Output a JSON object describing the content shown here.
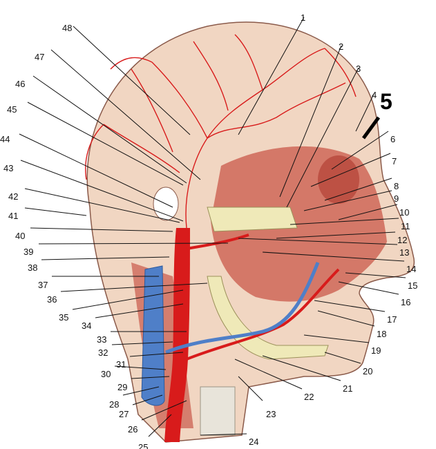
{
  "colors": {
    "skin": "#f1d6c2",
    "muscle": "#c9584a",
    "artery": "#d81b1b",
    "vein": "#4f7fc8",
    "bone": "#efe9b8",
    "label": "#111111",
    "background": "#ffffff"
  },
  "highlight_label": "5",
  "labels": [
    {
      "text": "1"
    },
    {
      "text": "2"
    },
    {
      "text": "3"
    },
    {
      "text": "4"
    },
    {
      "text": "6"
    },
    {
      "text": "7"
    },
    {
      "text": "8"
    },
    {
      "text": "9"
    },
    {
      "text": "10"
    },
    {
      "text": "11"
    },
    {
      "text": "12"
    },
    {
      "text": "13"
    },
    {
      "text": "14"
    },
    {
      "text": "15"
    },
    {
      "text": "16"
    },
    {
      "text": "17"
    },
    {
      "text": "18"
    },
    {
      "text": "19"
    },
    {
      "text": "20"
    },
    {
      "text": "21"
    },
    {
      "text": "22"
    },
    {
      "text": "23"
    },
    {
      "text": "24"
    },
    {
      "text": "25"
    },
    {
      "text": "26"
    },
    {
      "text": "27"
    },
    {
      "text": "28"
    },
    {
      "text": "29"
    },
    {
      "text": "30"
    },
    {
      "text": "31"
    },
    {
      "text": "32"
    },
    {
      "text": "33"
    },
    {
      "text": "34"
    },
    {
      "text": "35"
    },
    {
      "text": "36"
    },
    {
      "text": "37"
    },
    {
      "text": "38"
    },
    {
      "text": "39"
    },
    {
      "text": "40"
    },
    {
      "text": "41"
    },
    {
      "text": "42"
    },
    {
      "text": "43"
    },
    {
      "text": "44"
    },
    {
      "text": "45"
    },
    {
      "text": "46"
    },
    {
      "text": "47"
    },
    {
      "text": "48"
    }
  ]
}
